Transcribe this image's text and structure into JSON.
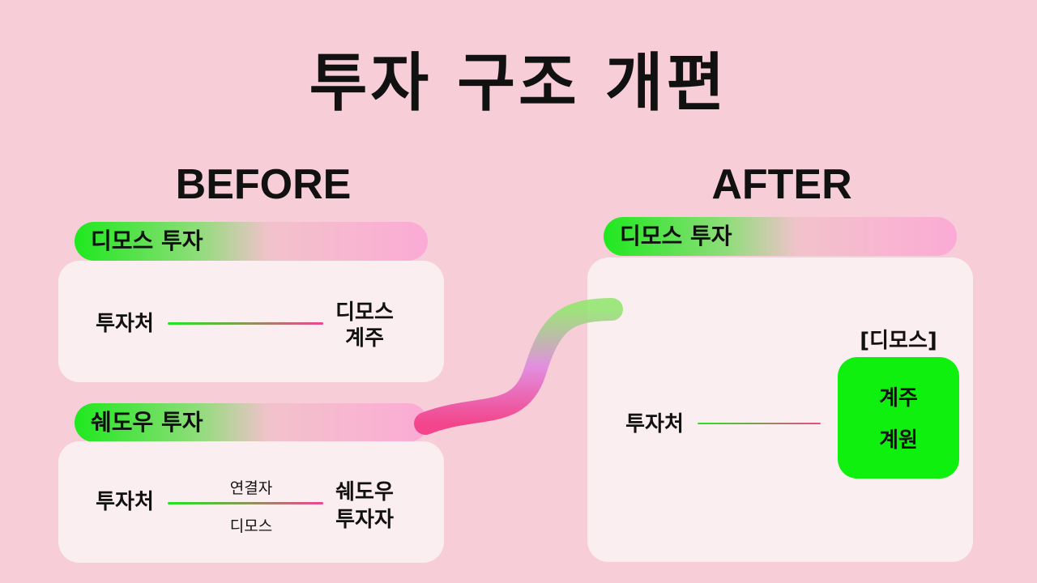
{
  "title": "투자 구조 개편",
  "before": {
    "heading": "BEFORE",
    "dimos": {
      "pill": "디모스 투자",
      "source": "투자처",
      "target_line1": "디모스",
      "target_line2": "계주"
    },
    "shadow": {
      "pill": "쉐도우 투자",
      "source": "투자처",
      "connector_top": "연결자",
      "connector_bottom": "디모스",
      "target_line1": "쉐도우",
      "target_line2": "투자자"
    }
  },
  "after": {
    "heading": "AFTER",
    "pill": "디모스 투자",
    "source": "투자처",
    "group_label": "[디모스]",
    "group_items": [
      "계주",
      "계원"
    ]
  },
  "colors": {
    "background": "#f7ced8",
    "green": "#0ff00f",
    "pink": "#f0458f",
    "card": "#fbeef1"
  }
}
